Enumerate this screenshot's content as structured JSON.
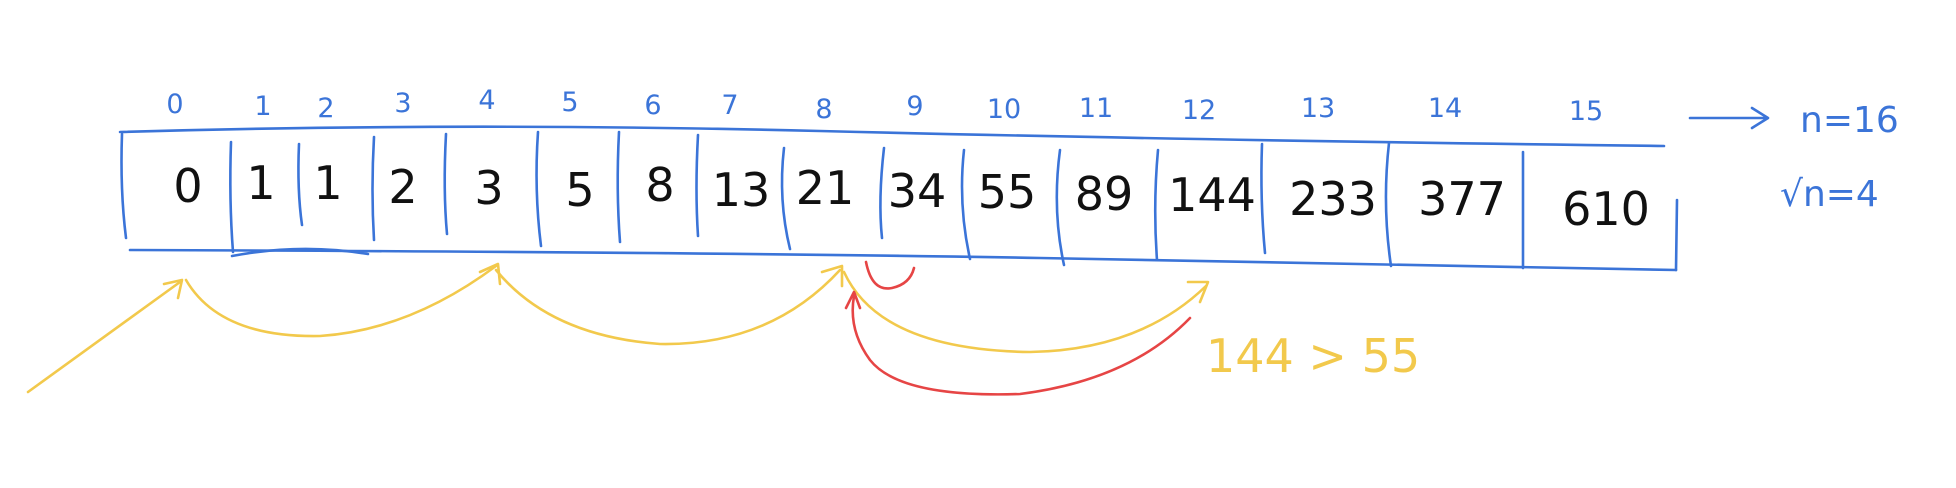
{
  "colors": {
    "ink_blue": "#3b74d8",
    "ink_black": "#111111",
    "ink_yellow": "#f2c94c",
    "ink_red": "#e64545"
  },
  "array": {
    "indices": [
      "0",
      "1",
      "2",
      "3",
      "4",
      "5",
      "6",
      "7",
      "8",
      "9",
      "10",
      "11",
      "12",
      "13",
      "14",
      "15"
    ],
    "values": [
      "0",
      "1",
      "1",
      "2",
      "3",
      "5",
      "8",
      "13",
      "21",
      "34",
      "55",
      "89",
      "144",
      "233",
      "377",
      "610"
    ]
  },
  "notes": {
    "n_label": "n=16",
    "sqrt_label": "√n=4",
    "comparison": "144 > 55"
  }
}
